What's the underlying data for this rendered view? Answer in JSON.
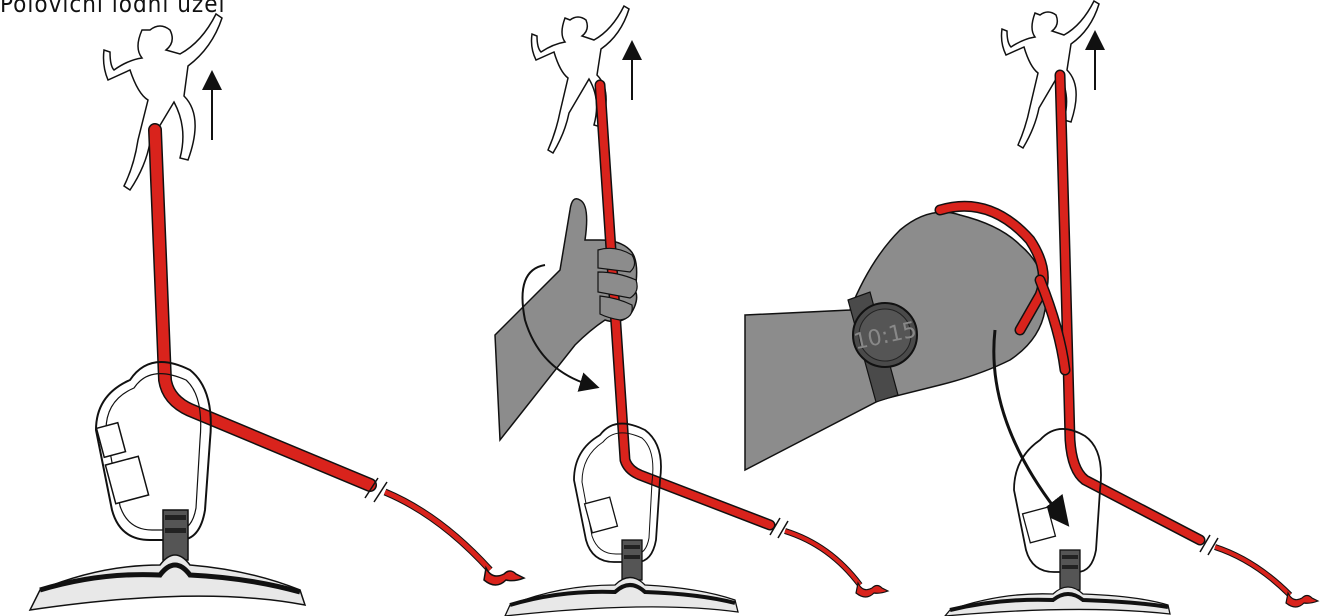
{
  "title": "Poloviční lodní uzel",
  "watch_time": "10:15",
  "colors": {
    "rope": "#d9231c",
    "hand": "#8c8c8c",
    "outline": "#111111",
    "watch": "#4a4a4a",
    "anchor_plate": "#e8e8e8"
  },
  "panels": [
    {
      "step": 1,
      "elements": [
        "climber-figure",
        "up-arrow",
        "rope",
        "carabiner",
        "anchor"
      ]
    },
    {
      "step": 2,
      "elements": [
        "climber-figure",
        "up-arrow",
        "rope",
        "hand",
        "curved-arrow",
        "carabiner",
        "anchor"
      ]
    },
    {
      "step": 3,
      "elements": [
        "climber-figure",
        "up-arrow",
        "rope-loop",
        "hand-with-watch",
        "curved-arrow",
        "carabiner",
        "anchor"
      ]
    }
  ]
}
